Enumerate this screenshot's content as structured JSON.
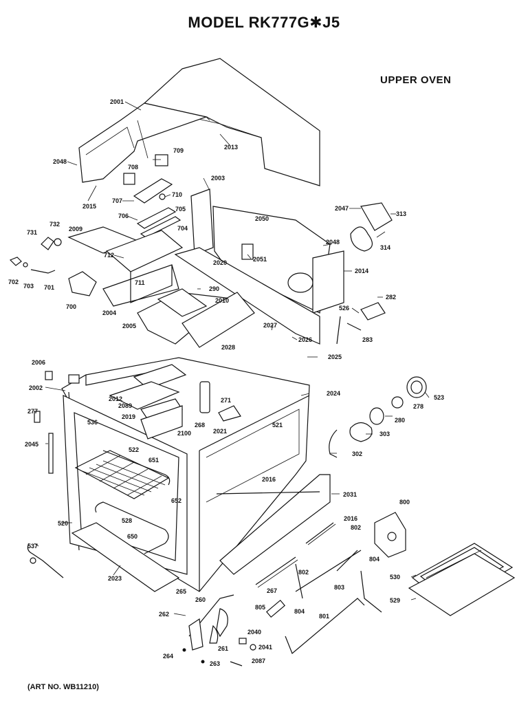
{
  "title": "MODEL RK777G✱J5",
  "section": "UPPER OVEN",
  "art_no": "(ART NO. WB11210)",
  "parts": {
    "p2001": "2001",
    "p2048a": "2048",
    "p2015": "2015",
    "p2013": "2013",
    "p709": "709",
    "p708": "708",
    "p710": "710",
    "p707": "707",
    "p705": "705",
    "p706": "706",
    "p704": "704",
    "p2003": "2003",
    "p2050": "2050",
    "p2047": "2047",
    "p313": "313",
    "p314": "314",
    "p2048b": "2048",
    "p2051": "2051",
    "p2014": "2014",
    "p731": "731",
    "p732": "732",
    "p2009": "2009",
    "p712": "712",
    "p711": "711",
    "p702": "702",
    "p703": "703",
    "p701": "701",
    "p700": "700",
    "p2004": "2004",
    "p2020": "2020",
    "p290": "290",
    "p2010": "2010",
    "p2005": "2005",
    "p526": "526",
    "p282": "282",
    "p283": "283",
    "p2027": "2027",
    "p2026": "2026",
    "p2028": "2028",
    "p2025": "2025",
    "p2006": "2006",
    "p2002": "2002",
    "p2012": "2012",
    "p2089": "2089",
    "p2019": "2019",
    "p2100": "2100",
    "p268": "268",
    "p271": "271",
    "p521": "521",
    "p2024": "2024",
    "p523": "523",
    "p278": "278",
    "p280": "280",
    "p277": "277",
    "p536": "536",
    "p2021": "2021",
    "p303": "303",
    "p2045": "2045",
    "p522": "522",
    "p651": "651",
    "p302": "302",
    "p2016a": "2016",
    "p2031": "2031",
    "p652": "652",
    "p528": "528",
    "p800": "800",
    "p520": "520",
    "p650": "650",
    "p2016b": "2016",
    "p802a": "802",
    "p537": "537",
    "p804a": "804",
    "p2023": "2023",
    "p265": "265",
    "p802b": "802",
    "p267": "267",
    "p803": "803",
    "p530": "530",
    "p260": "260",
    "p529": "529",
    "p262": "262",
    "p805": "805",
    "p804b": "804",
    "p801": "801",
    "p2040": "2040",
    "p261": "261",
    "p2041": "2041",
    "p264": "264",
    "p263": "263",
    "p2087": "2087"
  }
}
